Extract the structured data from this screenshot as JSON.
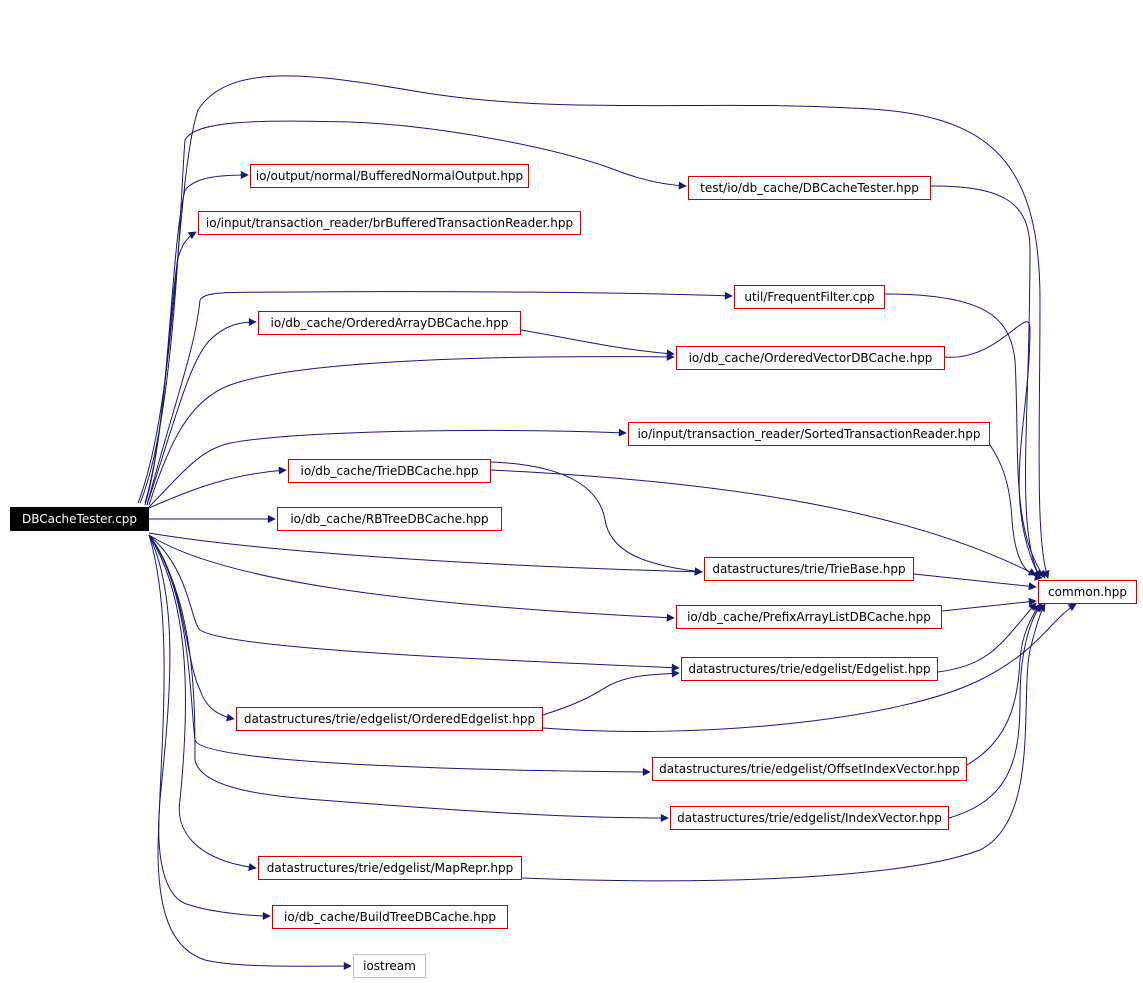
{
  "nodes": {
    "root": "DBCacheTester.cpp",
    "buffered_output": "io/output/normal/BufferedNormalOutput.hpp",
    "br_reader": "io/input/transaction_reader/brBufferedTransactionReader.hpp",
    "dbcache_tester_hpp": "test/io/db_cache/DBCacheTester.hpp",
    "frequent_filter": "util/FrequentFilter.cpp",
    "ordered_array": "io/db_cache/OrderedArrayDBCache.hpp",
    "ordered_vector": "io/db_cache/OrderedVectorDBCache.hpp",
    "sorted_reader": "io/input/transaction_reader/SortedTransactionReader.hpp",
    "trie_dbcache": "io/db_cache/TrieDBCache.hpp",
    "rbtree": "io/db_cache/RBTreeDBCache.hpp",
    "trie_base": "datastructures/trie/TrieBase.hpp",
    "common": "common.hpp",
    "prefix_array": "io/db_cache/PrefixArrayListDBCache.hpp",
    "edgelist": "datastructures/trie/edgelist/Edgelist.hpp",
    "ordered_edgelist": "datastructures/trie/edgelist/OrderedEdgelist.hpp",
    "offset_index": "datastructures/trie/edgelist/OffsetIndexVector.hpp",
    "index_vector": "datastructures/trie/edgelist/IndexVector.hpp",
    "map_repr": "datastructures/trie/edgelist/MapRepr.hpp",
    "buildtree": "io/db_cache/BuildTreeDBCache.hpp",
    "iostream": "iostream"
  },
  "colors": {
    "edge": "#191970",
    "node_border": "#cc0000",
    "external_border": "#bfbfbf",
    "root_fill": "#000000",
    "root_text": "#ffffff"
  }
}
